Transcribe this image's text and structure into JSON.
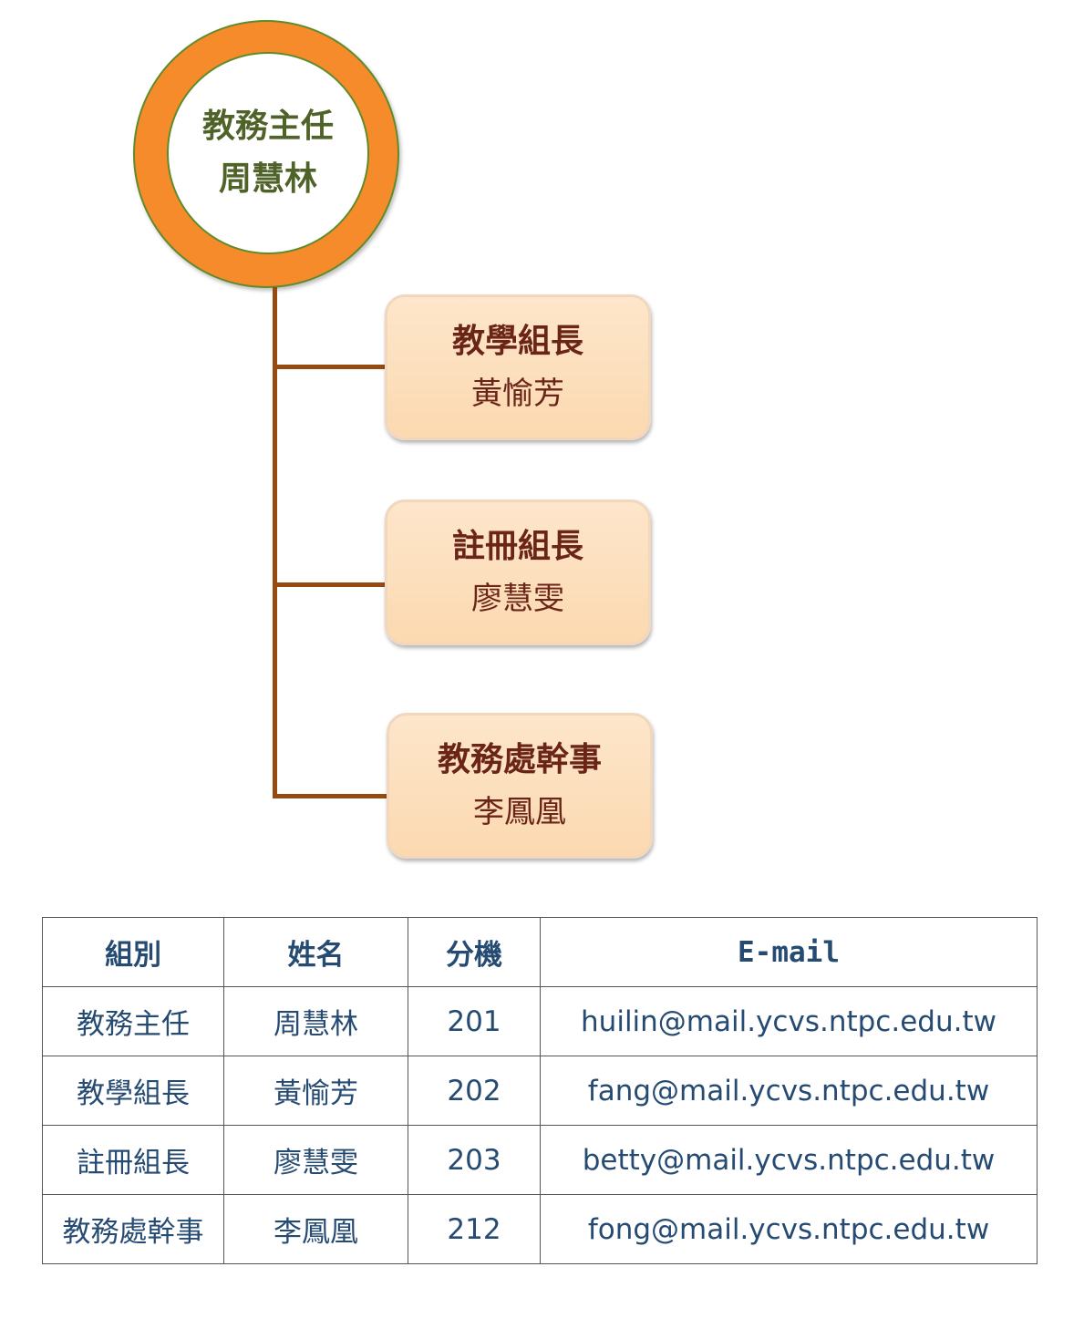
{
  "chart_org": {
    "head": {
      "title": "教務主任",
      "name": "周慧林"
    },
    "children": [
      {
        "title": "教學組長",
        "name": "黃愉芳"
      },
      {
        "title": "註冊組長",
        "name": "廖慧雯"
      },
      {
        "title": "教務處幹事",
        "name": "李鳳凰"
      }
    ]
  },
  "table": {
    "headers": [
      "組別",
      "姓名",
      "分機",
      "E-mail"
    ],
    "rows": [
      [
        "教務主任",
        "周慧林",
        "201",
        "huilin@mail.ycvs.ntpc.edu.tw"
      ],
      [
        "教學組長",
        "黃愉芳",
        "202",
        "fang@mail.ycvs.ntpc.edu.tw"
      ],
      [
        "註冊組長",
        "廖慧雯",
        "203",
        "betty@mail.ycvs.ntpc.edu.tw"
      ],
      [
        "教務處幹事",
        "李鳳凰",
        "212",
        "fong@mail.ycvs.ntpc.edu.tw"
      ]
    ]
  }
}
